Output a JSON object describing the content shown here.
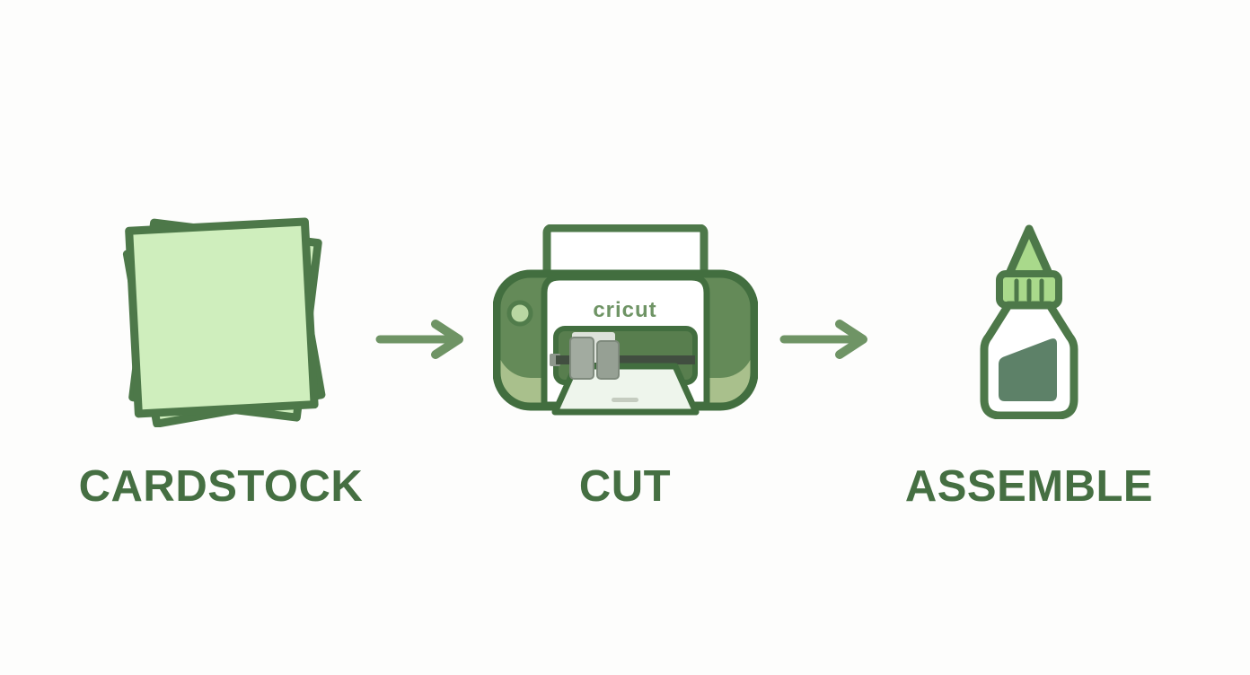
{
  "diagram": {
    "background_color": "#fdfdfc",
    "steps": [
      {
        "id": "cardstock",
        "label": "CARDSTOCK",
        "icon": "paper-stack-icon"
      },
      {
        "id": "cut",
        "label": "CUT",
        "icon": "cricut-machine-icon",
        "machine_brand": "cricut"
      },
      {
        "id": "assemble",
        "label": "ASSEMBLE",
        "icon": "glue-bottle-icon"
      }
    ],
    "connectors": [
      {
        "icon": "arrow-right-icon",
        "direction": "right"
      },
      {
        "icon": "arrow-right-icon",
        "direction": "right"
      }
    ],
    "colors": {
      "label_text": "#456f42",
      "outline_dark_green": "#4d7849",
      "cardstock_fill": "#cfeebd",
      "arrow_green": "#6f9465",
      "machine_body_green": "#648a58",
      "machine_opening_green": "#587e4e",
      "machine_base_green": "#a9c08c",
      "cap_light_green": "#a9d98b",
      "glue_label_green": "#5d8168",
      "brand_text_green": "#6f9465",
      "mat_fill": "#eef5ec",
      "carriage_gray": "#a2aba0"
    }
  }
}
